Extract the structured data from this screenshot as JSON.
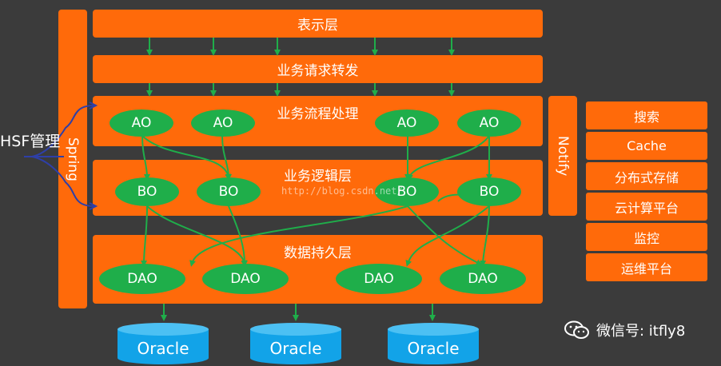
{
  "layers": {
    "presentation": "表示层",
    "dispatch": "业务请求转发",
    "process": "业务流程处理",
    "logic": "业务逻辑层",
    "persistence": "数据持久层"
  },
  "nodes": {
    "ao": [
      "AO",
      "AO",
      "AO",
      "AO"
    ],
    "bo": [
      "BO",
      "BO",
      "BO",
      "BO"
    ],
    "dao": [
      "DAO",
      "DAO",
      "DAO",
      "DAO"
    ]
  },
  "spring_label": "Spring",
  "notify_label": "Notify",
  "side_services": [
    "搜索",
    "Cache",
    "分布式存储",
    "云计算平台",
    "监控",
    "运维平台"
  ],
  "databases": [
    "Oracle",
    "Oracle",
    "Oracle"
  ],
  "hsf_label": "HSF管理",
  "watermark": "http://blog.csdn.net/",
  "wechat_label": "微信号: itfly8",
  "colors": {
    "background": "#3b3b3b",
    "layer": "#ff6a0a",
    "node": "#1fae4a",
    "arrow": "#1fae4a",
    "hsf_bracket": "#2e3fa8",
    "database": "#12a3e8"
  }
}
